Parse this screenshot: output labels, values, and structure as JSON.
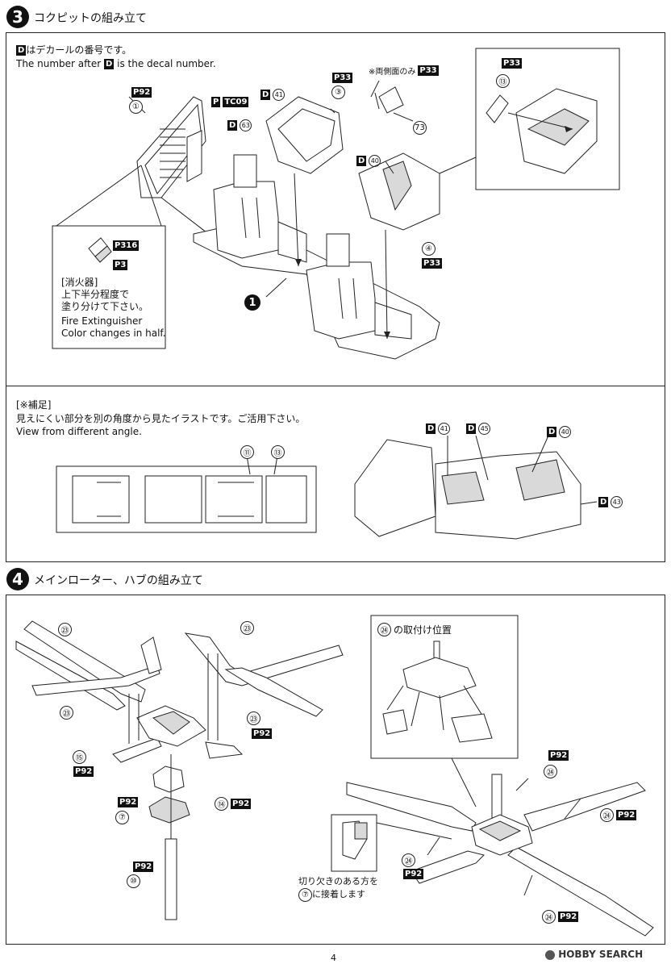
{
  "step3": {
    "number": "3",
    "title": "コクピットの組み立て",
    "decal_note_jp": "はデカールの番号です。",
    "decal_note_en_pre": "The number after",
    "decal_note_en_post": "is the decal number.",
    "d_label": "D",
    "parts": {
      "p1": {
        "num": "①",
        "color": "P92"
      },
      "decal_tc09": "TC09",
      "decal_63": "63",
      "p3": {
        "num": "③",
        "color": "P33",
        "decal": "41"
      },
      "sides_only": "※両側面のみ",
      "sides_color": "P33",
      "p73": "73",
      "p4": {
        "num": "④",
        "color": "P33",
        "decal": "40"
      },
      "inset_color": "P33",
      "inset_part": "⑬",
      "assembly_label": "1"
    },
    "extinguisher": {
      "color_a": "P316",
      "color_b": "P3",
      "jp_title": "[消火器]",
      "jp_line1": "上下半分程度で",
      "jp_line2": "塗り分けて下さい。",
      "en_line1": "Fire Extinguisher",
      "en_line2": "Color changes in half."
    },
    "supplement": {
      "title": "[※補足]",
      "jp": "見えにくい部分を別の角度から見たイラストです。ご活用下さい。",
      "en": "View from different angle.",
      "top_parts": [
        "⑪",
        "⑬"
      ],
      "decals": [
        "41",
        "45",
        "40",
        "43"
      ]
    }
  },
  "step4": {
    "number": "4",
    "title": "メインローター、ハブの組み立て",
    "parts": {
      "p23": "㉓",
      "p15": "⑮",
      "p14": "⑭",
      "p7": "⑦",
      "p10": "⑩",
      "p24": "㉔",
      "color": "P92"
    },
    "inset_title": "の取付け位置",
    "note_line1": "切り欠きのある方を",
    "note_line2": "に接着します"
  },
  "footer": {
    "page": "4",
    "watermark": "HOBBY SEARCH"
  }
}
